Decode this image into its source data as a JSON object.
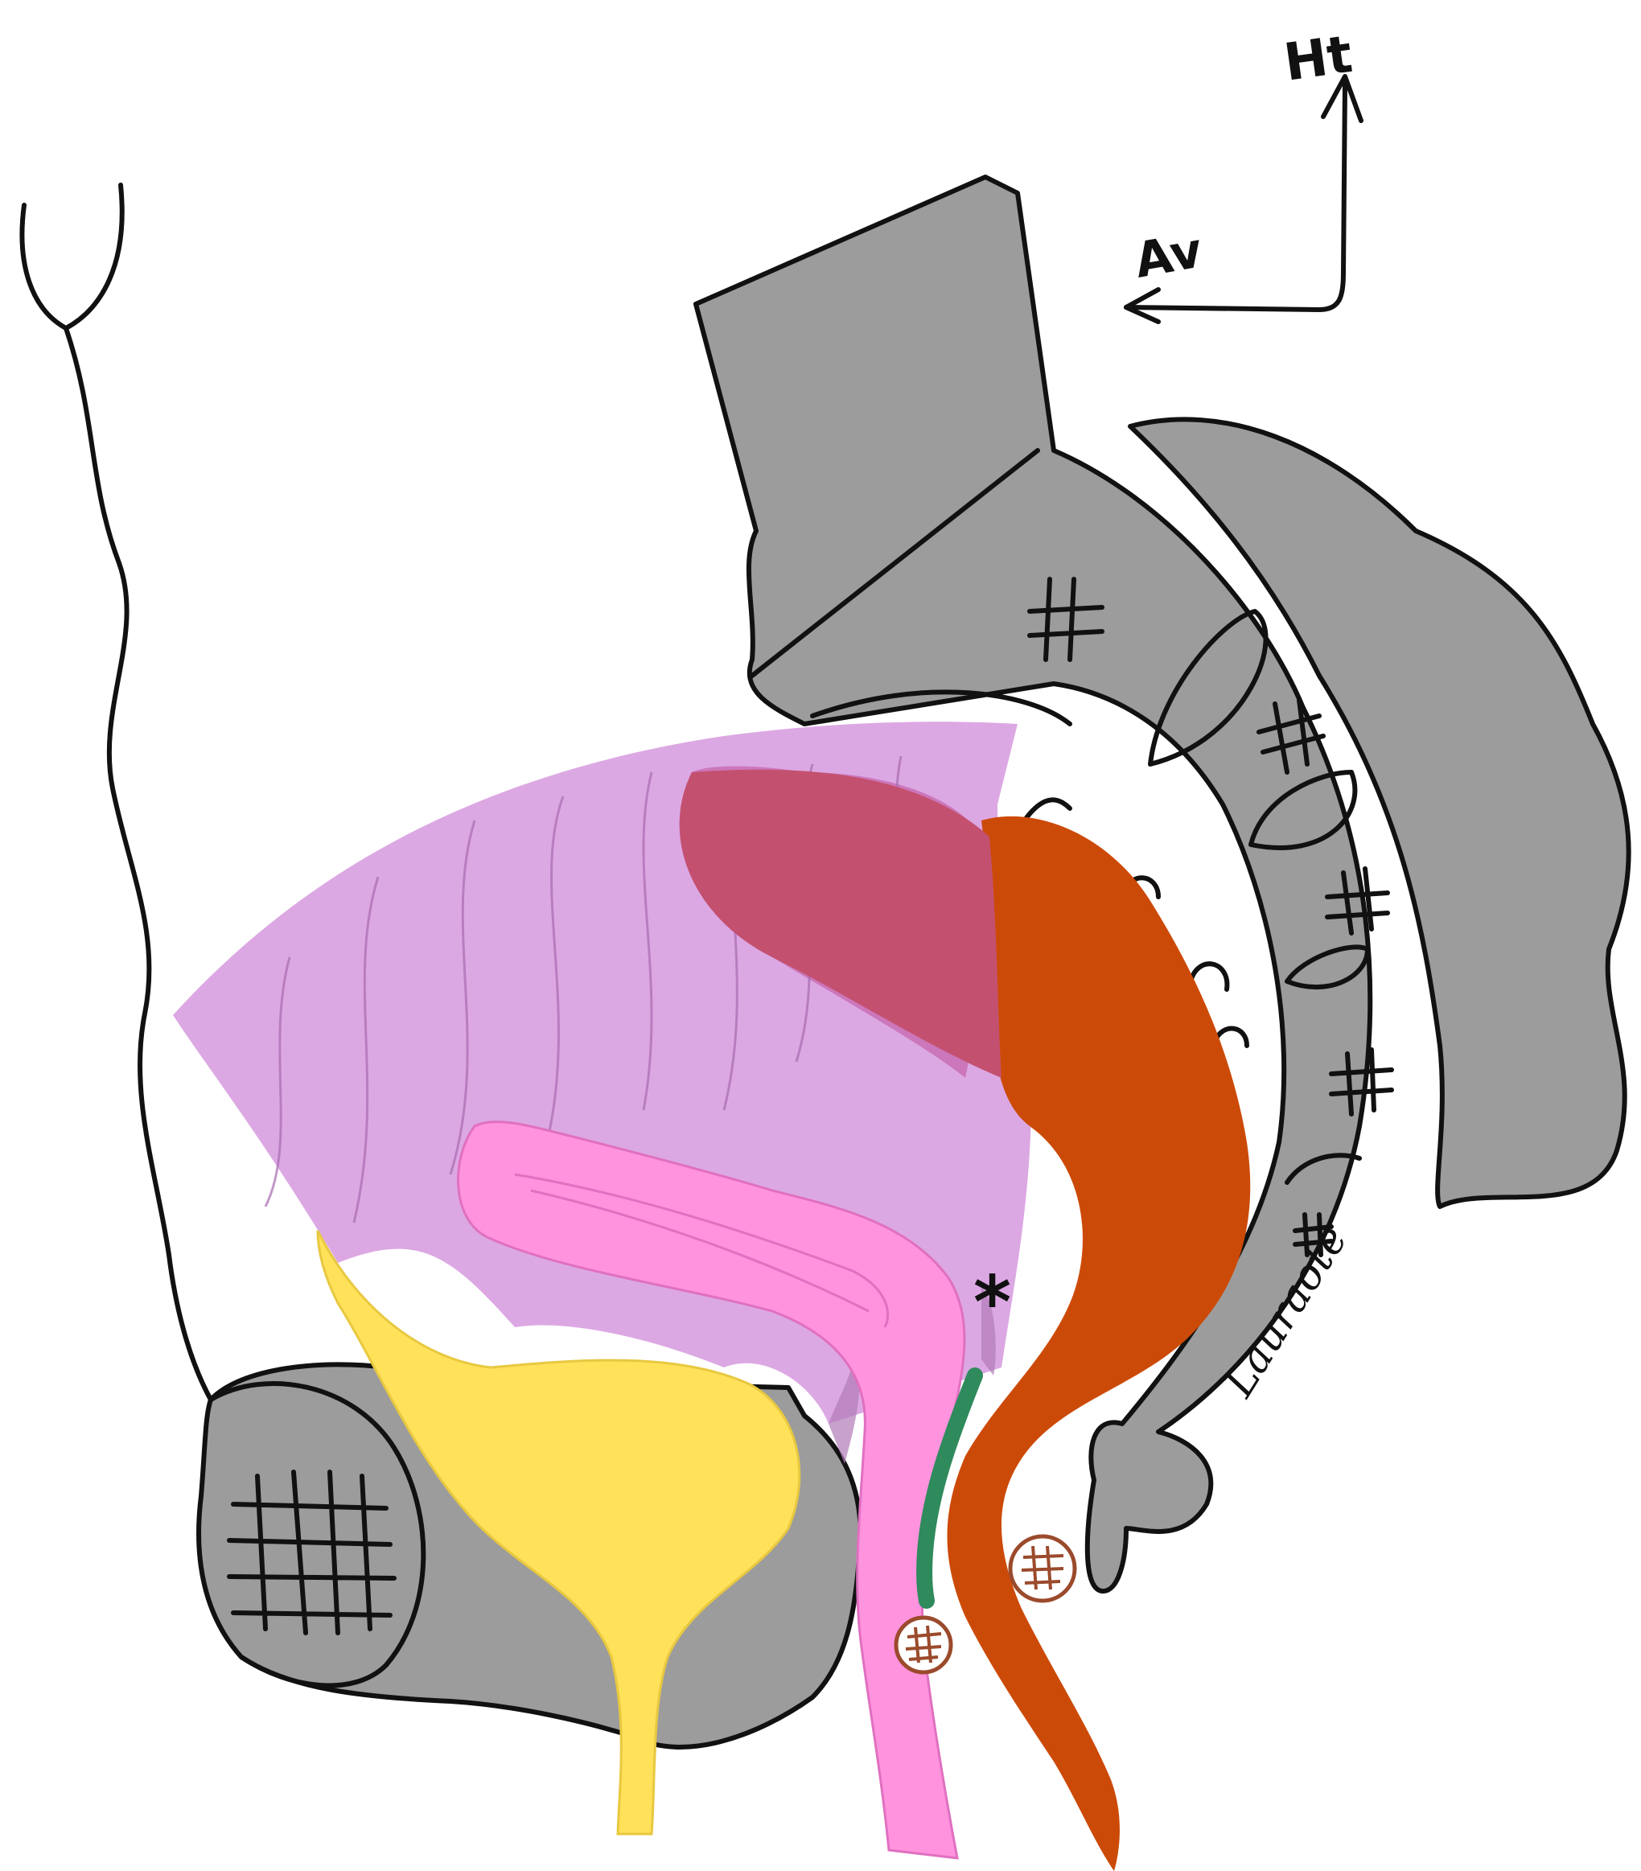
{
  "figure": {
    "colors": {
      "bone": "#9c9c9c",
      "peritoneum": "#cf86d8",
      "uterus": "#ff93de",
      "bladder": "#ffe15a",
      "rectum": "#cc4a08",
      "rectum_overlap": "#c45070",
      "fascia": "#2f8a5c",
      "vessel": "#9b4a2c",
      "ink": "#111111"
    },
    "orientation": {
      "up_label": "Ht",
      "front_label": "Av"
    },
    "asterisk": "*",
    "signature": "Lauraoté"
  }
}
